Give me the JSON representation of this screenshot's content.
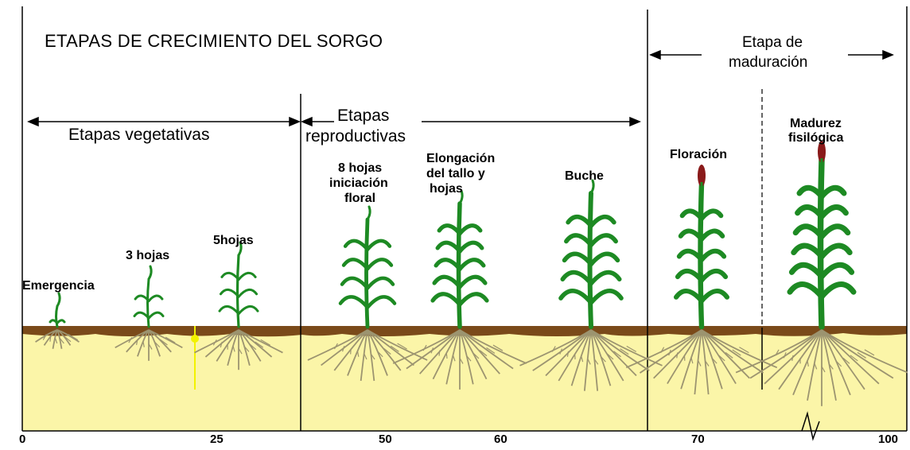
{
  "title": "ETAPAS DE CRECIMIENTO DEL SORGO",
  "sections": {
    "vegetative": "Etapas vegetativas",
    "reproductive_line1": "Etapas",
    "reproductive_line2": "reproductivas",
    "maturation_line1": "Etapa de",
    "maturation_line2": "maduración"
  },
  "stages": {
    "emergencia": "Emergencia",
    "tres_hojas": "3 hojas",
    "cinco_hojas": "5hojas",
    "ocho_hojas_1": "8 hojas",
    "ocho_hojas_2": "iniciación",
    "ocho_hojas_3": "floral",
    "elongacion_1": "Elongación",
    "elongacion_2": "del tallo y",
    "elongacion_3": "hojas",
    "buche": "Buche",
    "floracion": "Floración",
    "madurez_1": "Madurez",
    "madurez_2": "fisilógica"
  },
  "axis_ticks": [
    "0",
    "25",
    "50",
    "60",
    "70",
    "100"
  ],
  "colors": {
    "plant": "#1d8a23",
    "head": "#8a1a1a",
    "soil_surface": "#7a4a1a",
    "soil": "#fbf5a8",
    "roots": "#9c9470",
    "marker": "#f2f200"
  }
}
